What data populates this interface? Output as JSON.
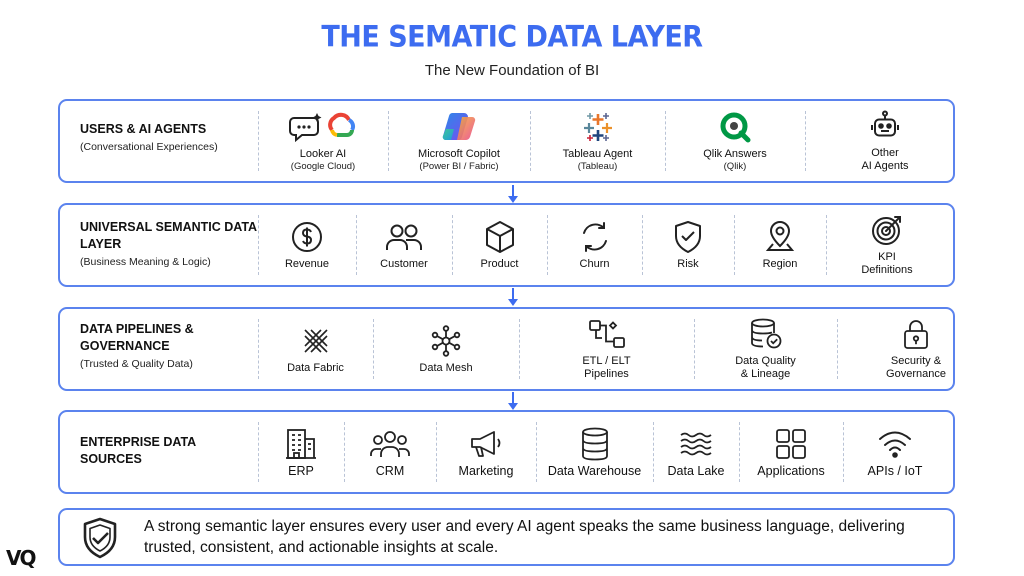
{
  "header": {
    "title": "THE SEMATIC DATA LAYER",
    "subtitle": "The New Foundation of BI"
  },
  "layers": [
    {
      "name": "USERS & AI AGENTS",
      "subtitle": "(Conversational Experiences)",
      "items": [
        {
          "icon": "chat-sparkle-icon",
          "label": "Looker AI",
          "sub": "(Google Cloud)"
        },
        {
          "icon": "copilot-logo-icon",
          "label": "Microsoft Copilot",
          "sub": "(Power BI / Fabric)"
        },
        {
          "icon": "tableau-logo-icon",
          "label": "Tableau Agent",
          "sub": "(Tableau)"
        },
        {
          "icon": "qlik-logo-icon",
          "label": "Qlik Answers",
          "sub": "(Qlik)"
        },
        {
          "icon": "robot-icon",
          "label": "Other\nAI Agents",
          "sub": ""
        }
      ]
    },
    {
      "name": "UNIVERSAL SEMANTIC DATA LAYER",
      "subtitle": "(Business Meaning & Logic)",
      "items": [
        {
          "icon": "dollar-icon",
          "label": "Revenue"
        },
        {
          "icon": "users-icon",
          "label": "Customer"
        },
        {
          "icon": "cube-icon",
          "label": "Product"
        },
        {
          "icon": "cycle-icon",
          "label": "Churn"
        },
        {
          "icon": "shield-alert-icon",
          "label": "Risk"
        },
        {
          "icon": "map-pin-icon",
          "label": "Region"
        },
        {
          "icon": "target-icon",
          "label": "KPI\nDefinitions"
        }
      ]
    },
    {
      "name": "DATA PIPELINES & GOVERNANCE",
      "subtitle": "(Trusted & Quality Data)",
      "items": [
        {
          "icon": "fabric-icon",
          "label": "Data Fabric"
        },
        {
          "icon": "mesh-icon",
          "label": "Data Mesh"
        },
        {
          "icon": "pipeline-icon",
          "label": "ETL / ELT\nPipelines"
        },
        {
          "icon": "database-check-icon",
          "label": "Data Quality\n& Lineage"
        },
        {
          "icon": "lock-icon",
          "label": "Security &\nGovernance"
        }
      ]
    },
    {
      "name": "ENTERPRISE DATA SOURCES",
      "subtitle": "",
      "items": [
        {
          "icon": "building-icon",
          "label": "ERP"
        },
        {
          "icon": "team-icon",
          "label": "CRM"
        },
        {
          "icon": "megaphone-icon",
          "label": "Marketing"
        },
        {
          "icon": "database-icon",
          "label": "Data Warehouse"
        },
        {
          "icon": "waves-icon",
          "label": "Data Lake"
        },
        {
          "icon": "apps-grid-icon",
          "label": "Applications"
        },
        {
          "icon": "wifi-icon",
          "label": "APIs / IoT"
        }
      ]
    }
  ],
  "footer": {
    "icon": "shield-check-icon",
    "text": "A strong semantic layer ensures every user and every AI agent speaks the same business language, delivering trusted, consistent, and actionable insights at scale."
  },
  "brand": {
    "logo_text": "VQ"
  },
  "colors": {
    "accent": "#3d6cf0",
    "border": "#5b83ee"
  }
}
